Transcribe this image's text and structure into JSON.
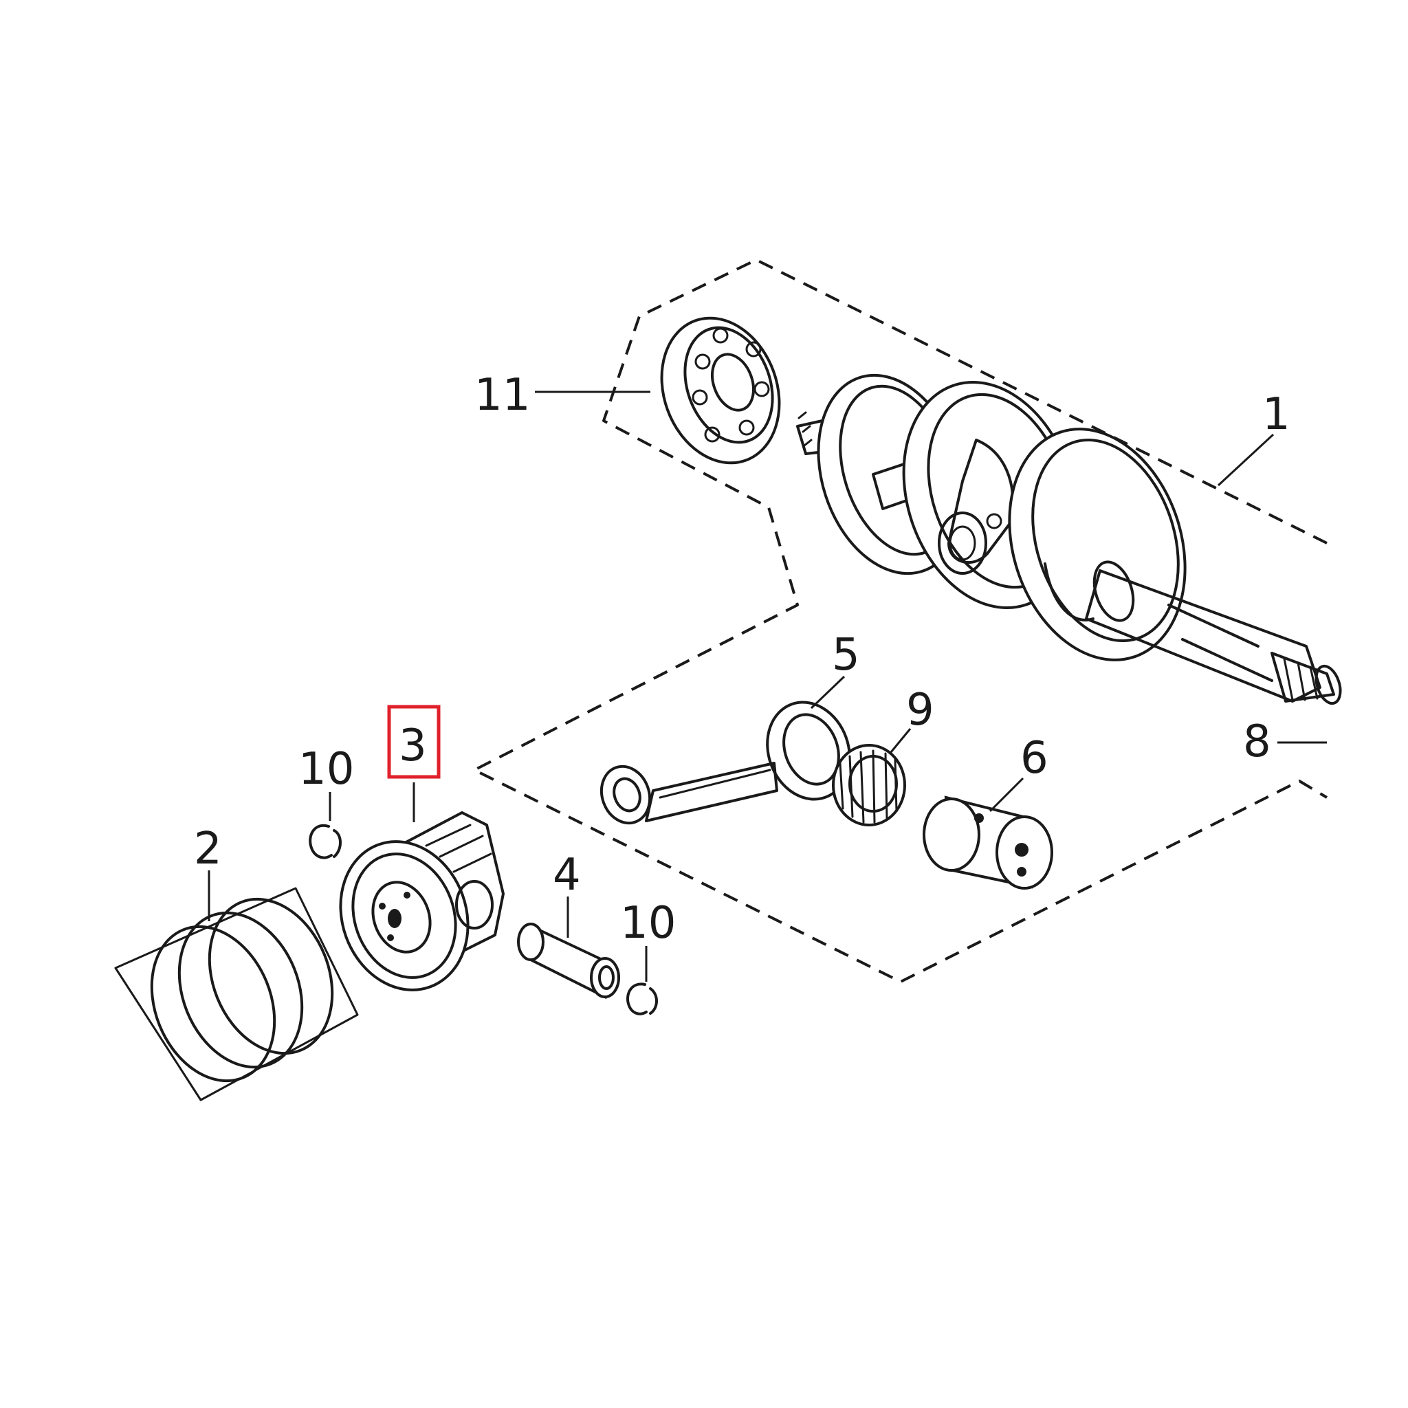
{
  "callouts": {
    "c1": "1",
    "c2": "2",
    "c3": "3",
    "c4": "4",
    "c5": "5",
    "c6": "6",
    "c8": "8",
    "c9": "9",
    "c10a": "10",
    "c10b": "10",
    "c11": "11"
  },
  "highlight": {
    "callout": "3",
    "color": "#e0202a"
  }
}
